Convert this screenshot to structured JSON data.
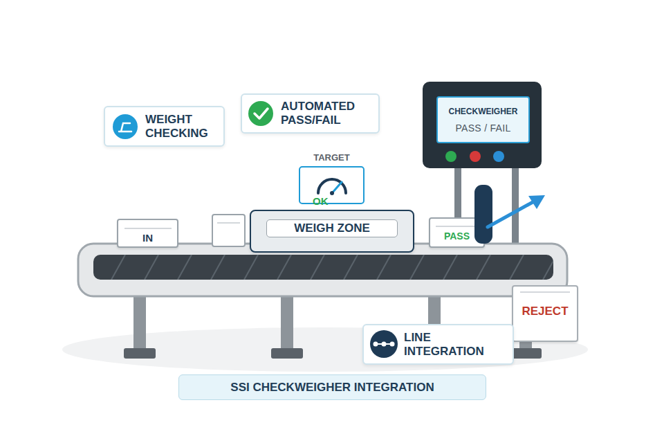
{
  "diagram": {
    "nodes": [
      {
        "text": [
          "WEIGHT CHECKING"
        ]
      },
      {
        "text": [
          "AUTOMATED PASS/FAIL"
        ]
      },
      {
        "text": [
          "CHECKWEIGHER",
          "PASS / FAIL"
        ]
      },
      {
        "text": [
          "TARGET",
          "OK"
        ]
      },
      {
        "text": [
          "IN"
        ]
      },
      {
        "text": [
          "WEIGH ZONE"
        ]
      },
      {
        "text": [
          "PASS"
        ]
      },
      {
        "text": [
          "REJECT"
        ]
      },
      {
        "text": [
          "LINE INTEGRATION"
        ]
      },
      {
        "text": [
          "SSI CHECKWEIGHER INTEGRATION"
        ]
      }
    ]
  }
}
